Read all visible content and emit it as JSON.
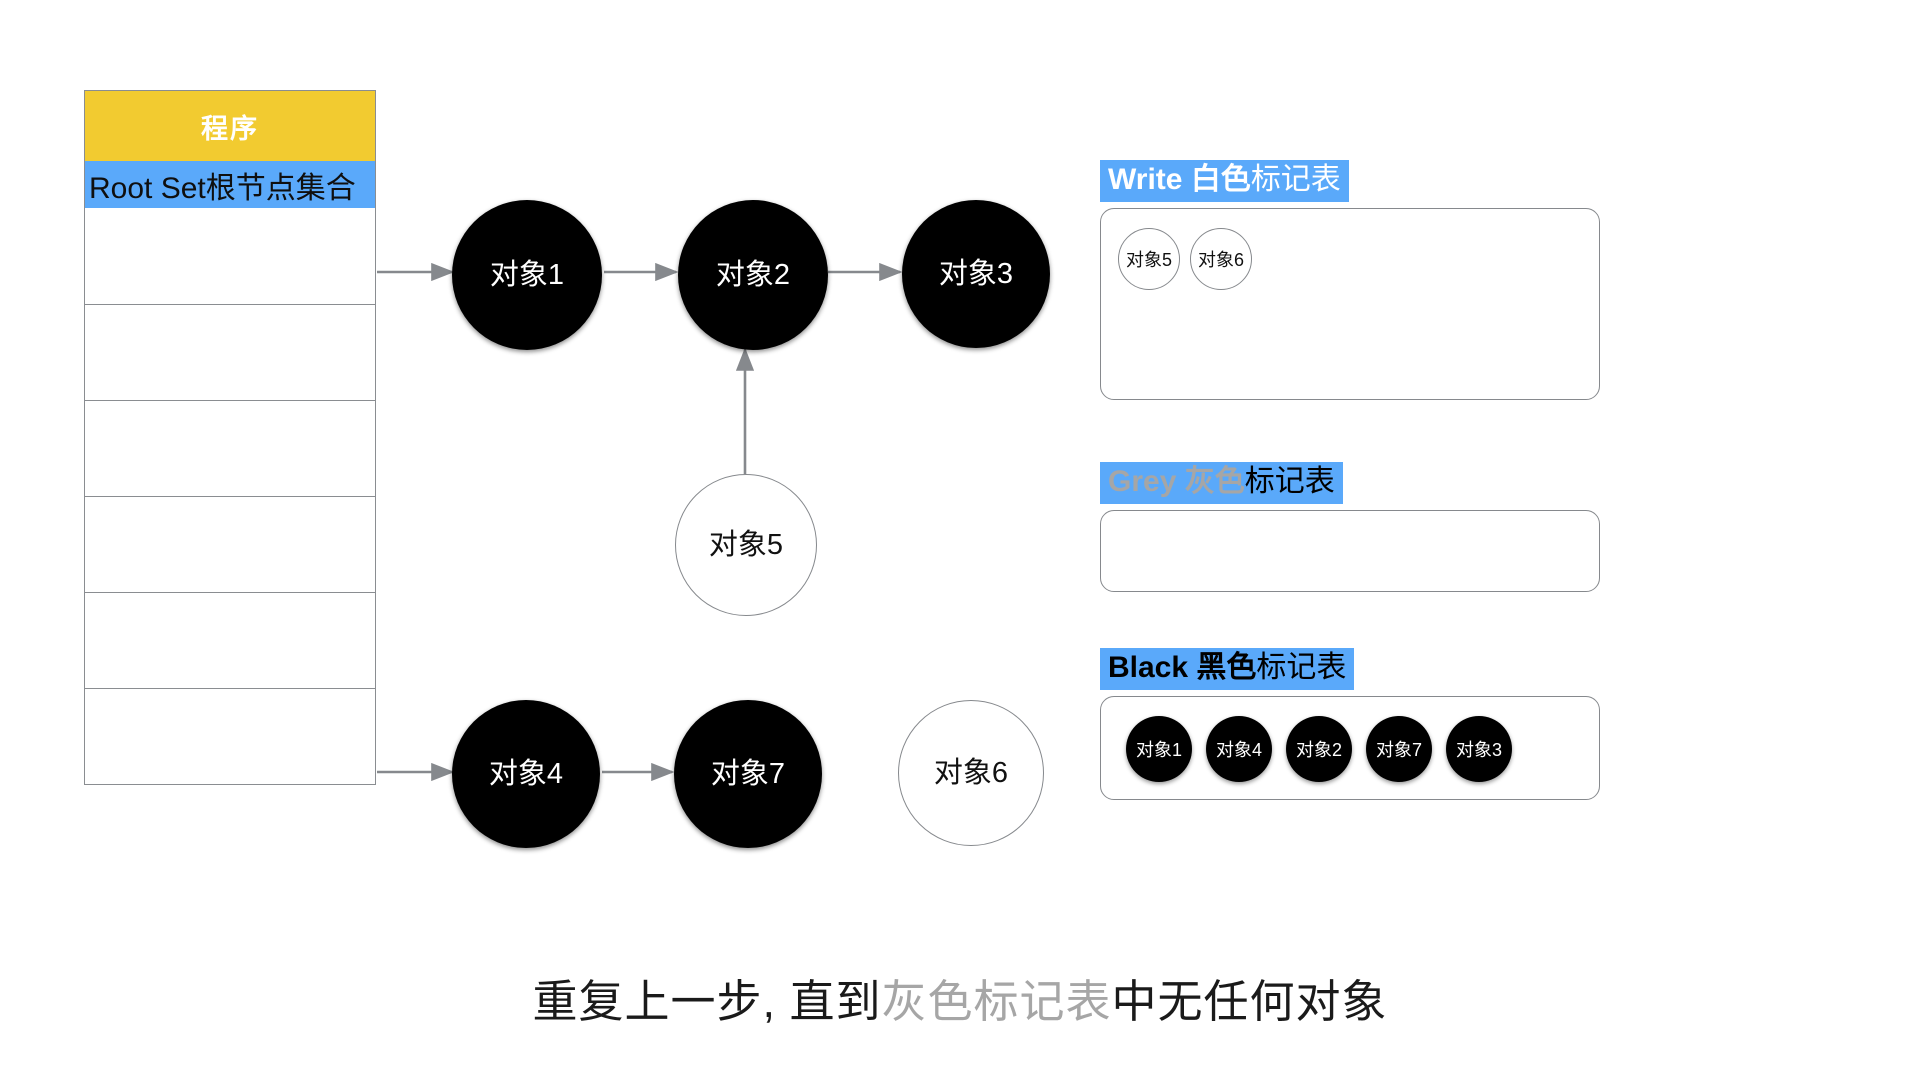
{
  "program_panel": {
    "header_label": "程序",
    "rootset_label": "Root Set根节点集合",
    "empty_rows": 6,
    "header_color": "#f2cb30",
    "rootset_color": "#5aa9fa"
  },
  "graph": {
    "nodes": [
      {
        "id": "obj1",
        "label": "对象1",
        "style": "black"
      },
      {
        "id": "obj2",
        "label": "对象2",
        "style": "black"
      },
      {
        "id": "obj3",
        "label": "对象3",
        "style": "black"
      },
      {
        "id": "obj5",
        "label": "对象5",
        "style": "white"
      },
      {
        "id": "obj4",
        "label": "对象4",
        "style": "black"
      },
      {
        "id": "obj7",
        "label": "对象7",
        "style": "black"
      },
      {
        "id": "obj6",
        "label": "对象6",
        "style": "white"
      }
    ],
    "edges": [
      {
        "from": "root-set",
        "to": "obj1"
      },
      {
        "from": "obj1",
        "to": "obj2"
      },
      {
        "from": "obj2",
        "to": "obj3"
      },
      {
        "from": "obj5",
        "to": "obj2"
      },
      {
        "from": "root-set",
        "to": "obj4"
      },
      {
        "from": "obj4",
        "to": "obj7"
      }
    ]
  },
  "mark_tables": [
    {
      "id": "write",
      "title_en": "Write",
      "title_color_word": "白色",
      "title_suffix": "标记表",
      "items": [
        "对象5",
        "对象6"
      ],
      "item_style": "white"
    },
    {
      "id": "grey",
      "title_en": "Grey",
      "title_color_word": "灰色",
      "title_suffix": "标记表",
      "items": [],
      "item_style": "white"
    },
    {
      "id": "black",
      "title_en": "Black",
      "title_color_word": "黑色",
      "title_suffix": "标记表",
      "items": [
        "对象1",
        "对象4",
        "对象2",
        "对象7",
        "对象3"
      ],
      "item_style": "black"
    }
  ],
  "caption": {
    "part1": "重复上一步, 直到",
    "highlight": "灰色标记表",
    "part2": "中无任何对象"
  },
  "colors": {
    "accent_blue": "#5aa9fa",
    "yellow": "#f2cb30",
    "grey_text": "#a6a6a6",
    "line": "#86898d"
  }
}
